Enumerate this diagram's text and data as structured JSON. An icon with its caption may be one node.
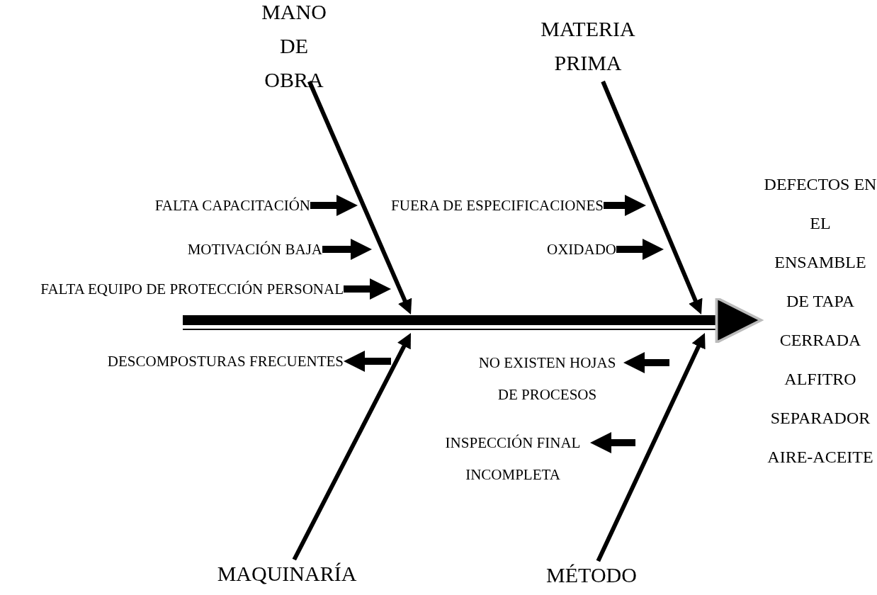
{
  "diagram": {
    "nodes": [
      {
        "text": [
          "MANO DE OBRA"
        ]
      },
      {
        "text": [
          "MATERIA PRIMA"
        ]
      },
      {
        "text": [
          "MAQUINARÍA"
        ]
      },
      {
        "text": [
          "MÉTODO"
        ]
      },
      {
        "text": [
          "DEFECTOS EN EL ENSAMBLE DE TAPA CERRADA ALFITRO SEPARADOR AIRE-ACEITE"
        ]
      },
      {
        "text": [
          "FALTA CAPACITACIÓN"
        ]
      },
      {
        "text": [
          "MOTIVACIÓN BAJA"
        ]
      },
      {
        "text": [
          "FALTA EQUIPO DE PROTECCIÓN PERSONAL"
        ]
      },
      {
        "text": [
          "FUERA DE ESPECIFICACIONES"
        ]
      },
      {
        "text": [
          "OXIDADO"
        ]
      },
      {
        "text": [
          "DESCOMPOSTURAS FRECUENTES"
        ]
      },
      {
        "text": [
          "NO EXISTEN HOJAS DE PROCESOS"
        ]
      },
      {
        "text": [
          "INSPECCIÓN FINAL INCOMPLETA"
        ]
      }
    ],
    "edges": [
      {
        "from": null,
        "to": 4,
        "arrow": "to"
      },
      {
        "from": 0,
        "to": null,
        "arrow": "to"
      },
      {
        "from": 1,
        "to": null,
        "arrow": "to"
      },
      {
        "from": 2,
        "to": null,
        "arrow": "to"
      },
      {
        "from": 3,
        "to": null,
        "arrow": "to"
      },
      {
        "from": 5,
        "to": null,
        "arrow": "to"
      },
      {
        "from": 6,
        "to": null,
        "arrow": "to"
      },
      {
        "from": 7,
        "to": null,
        "arrow": "to"
      },
      {
        "from": 8,
        "to": null,
        "arrow": "to"
      },
      {
        "from": 9,
        "to": null,
        "arrow": "to"
      },
      {
        "from": null,
        "to": 10,
        "arrow": "to"
      },
      {
        "from": null,
        "to": 11,
        "arrow": "to"
      },
      {
        "from": null,
        "to": 12,
        "arrow": "to"
      }
    ]
  }
}
